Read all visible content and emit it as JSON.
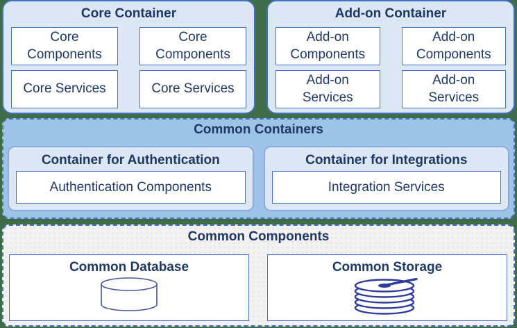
{
  "colors": {
    "page_background": "#3f6b46",
    "border_blue": "#4472c4",
    "light_blue_fill": "#dce7f5",
    "medium_blue_fill": "#9dc4e8",
    "sub_container_border": "#8eaadc",
    "text_navy": "#1f3864",
    "gray_dotted_fill": "#f3f2f2",
    "database_icon_stroke": "#44549c",
    "storage_icon_stroke": "#2f3c9e"
  },
  "core_container": {
    "title": "Core Container",
    "boxes": [
      {
        "label": "Core Components"
      },
      {
        "label": "Core Components"
      },
      {
        "label": "Core Services"
      },
      {
        "label": "Core Services"
      }
    ]
  },
  "addon_container": {
    "title": "Add-on Container",
    "boxes": [
      {
        "label": "Add-on Components"
      },
      {
        "label": "Add-on Components"
      },
      {
        "label": "Add-on Services"
      },
      {
        "label": "Add-on Services"
      }
    ]
  },
  "common_containers": {
    "title": "Common Containers",
    "sub_containers": [
      {
        "title": "Container for Authentication",
        "box_label": "Authentication Components"
      },
      {
        "title": "Container for Integrations",
        "box_label": "Integration Services"
      }
    ]
  },
  "common_components": {
    "title": "Common Components",
    "items": [
      {
        "title": "Common Database",
        "icon": "database-cylinder-icon"
      },
      {
        "title": "Common Storage",
        "icon": "storage-disks-icon"
      }
    ]
  }
}
